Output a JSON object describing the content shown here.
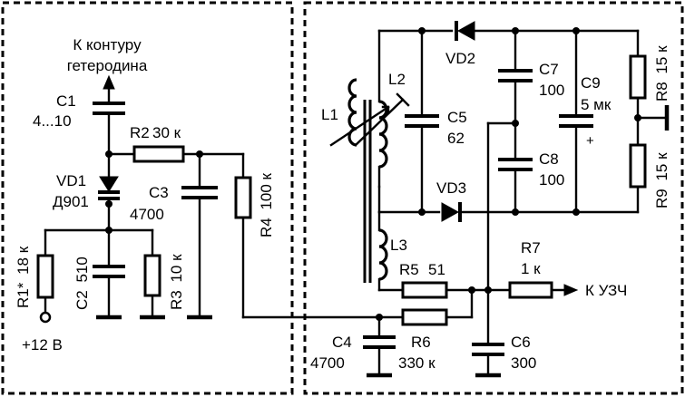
{
  "title_line1": "К контуру",
  "title_line2": "гетеродина",
  "supply": "+12 В",
  "output": "К УЗЧ",
  "components": {
    "c1": {
      "ref": "C1",
      "value": "4...10"
    },
    "r2": {
      "ref": "R2",
      "value": "30 к"
    },
    "vd1": {
      "ref": "VD1",
      "value": "Д901"
    },
    "c3": {
      "ref": "C3",
      "value": "4700"
    },
    "r4": {
      "ref": "R4",
      "value": "100 к"
    },
    "r1": {
      "ref": "R1*",
      "value": "18 к"
    },
    "c2": {
      "ref": "C2",
      "value": "510"
    },
    "r3": {
      "ref": "R3",
      "value": "10 к"
    },
    "l1": {
      "ref": "L1"
    },
    "l2": {
      "ref": "L2"
    },
    "l3": {
      "ref": "L3"
    },
    "vd2": {
      "ref": "VD2"
    },
    "vd3": {
      "ref": "VD3"
    },
    "c5": {
      "ref": "C5",
      "value": "62"
    },
    "c7": {
      "ref": "C7",
      "value": "100"
    },
    "c8": {
      "ref": "C8",
      "value": "100"
    },
    "c9": {
      "ref": "C9",
      "value": "5 мк"
    },
    "r8": {
      "ref": "R8",
      "value": "15 к"
    },
    "r9": {
      "ref": "R9",
      "value": "15 к"
    },
    "r5": {
      "ref": "R5",
      "value": "51"
    },
    "r6": {
      "ref": "R6",
      "value": "330 к"
    },
    "r7": {
      "ref": "R7",
      "value": "1 к"
    },
    "c4": {
      "ref": "C4",
      "value": "4700"
    },
    "c6": {
      "ref": "C6",
      "value": "300"
    }
  },
  "c9_polarity": "+"
}
